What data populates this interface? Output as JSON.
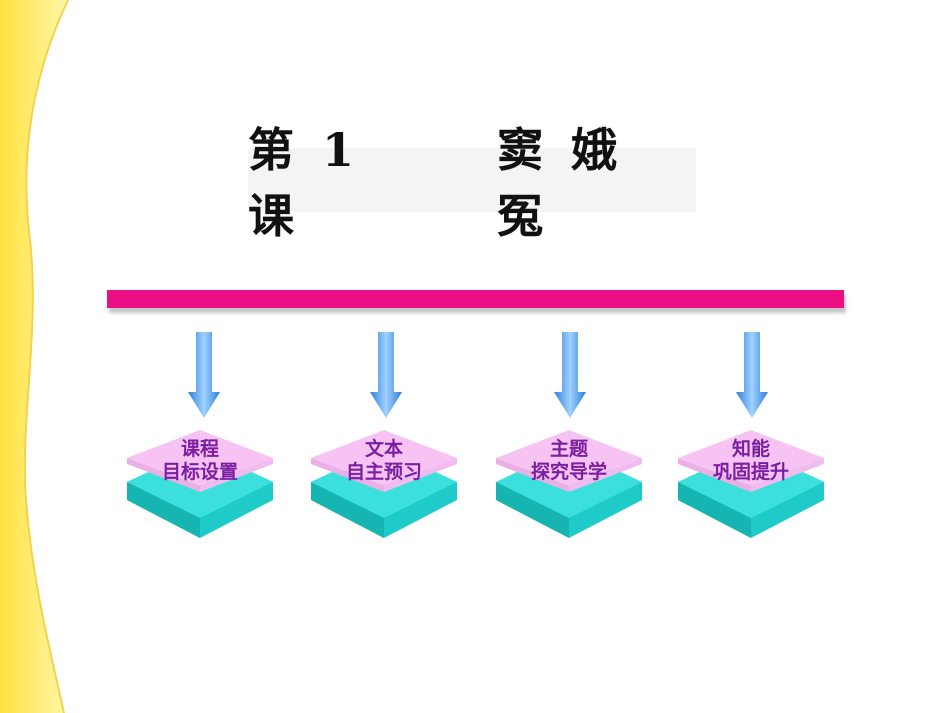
{
  "title": {
    "lesson": "第 1 课",
    "name": "窦 娥 冤"
  },
  "items": [
    {
      "line1": "课程",
      "line2": "目标设置"
    },
    {
      "line1": "文本",
      "line2": "自主预习"
    },
    {
      "line1": "主题",
      "line2": "探究导学"
    },
    {
      "line1": "知能",
      "line2": "巩固提升"
    }
  ],
  "colors": {
    "bar": "#ec0f83",
    "label": "#7b1fa2",
    "block_top": "#f6c3f2",
    "block_side": "#1fcbc8",
    "arrow": "#4da3f2",
    "stripe": "#ffe95a"
  }
}
